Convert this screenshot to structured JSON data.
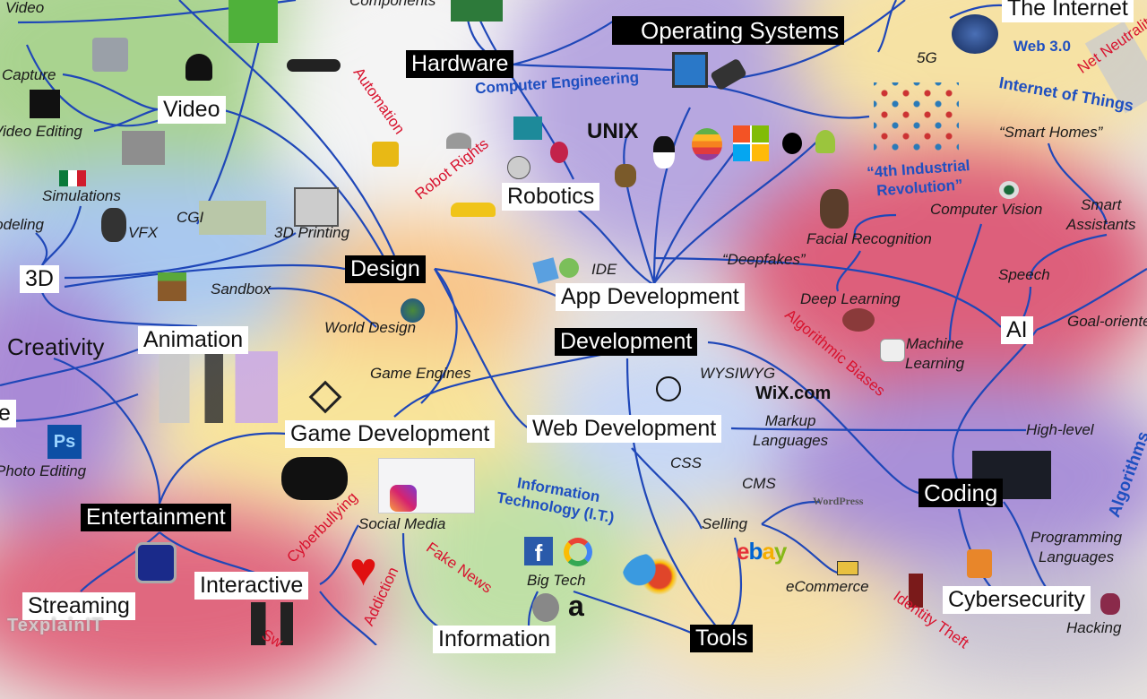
{
  "main_topics": [
    "Hardware",
    "Operating Systems",
    "Design",
    "Development",
    "Entertainment",
    "Coding",
    "Tools"
  ],
  "subtopics": [
    "Video",
    "Robotics",
    "3D",
    "App Development",
    "Animation",
    "Game Development",
    "Web Development",
    "AI",
    "Interactive",
    "Streaming",
    "Information",
    "Cybersecurity",
    "The Internet",
    "Creativity",
    "e"
  ],
  "items": [
    "Video",
    "Components",
    "Capture",
    "Video Editing",
    "Simulations",
    "Modeling",
    "VFX",
    "CGI",
    "3D Printing",
    "Sandbox",
    "World Design",
    "IDE",
    "Game Engines",
    "WYSIWYG",
    "Photo Editing",
    "CSS",
    "CMS",
    "Selling",
    "Social Media",
    "Big Tech",
    "eCommerce",
    "Hacking",
    "High-level",
    "Goal-oriented",
    "Speech",
    "Deep Learning",
    "“Deepfakes”",
    "Facial Recognition",
    "Computer Vision",
    "“Smart Homes”",
    "5G",
    "UNIX"
  ],
  "multiline_items": {
    "markup_languages": [
      "Markup",
      "Languages"
    ],
    "machine_learning": [
      "Machine",
      "Learning"
    ],
    "programming_languages": [
      "Programming",
      "Languages"
    ],
    "smart_assistants": [
      "Smart",
      "Assistants"
    ]
  },
  "blue_labels": [
    "Computer Engineering",
    "Web 3.0",
    "Internet of Things",
    "“4th Industrial",
    "Revolution”",
    "Information",
    "Technology (I.T.)",
    "Algorithms"
  ],
  "red_labels": [
    "Automation",
    "Robot Rights",
    "Net Neutrality",
    "Algorithmic Biases",
    "Cyberbullying",
    "Fake News",
    "Addiction",
    "Identity Theft",
    "Sw"
  ],
  "logos": {
    "wix": "WiX.com",
    "wordpress": "WordPress",
    "ebay": "ebay",
    "photoshop": "Ps",
    "watermark": "TexplainIT"
  },
  "colors": {
    "line": "#1f47b8",
    "red_label": "#d8132e",
    "blue_label": "#1f4fc0"
  }
}
